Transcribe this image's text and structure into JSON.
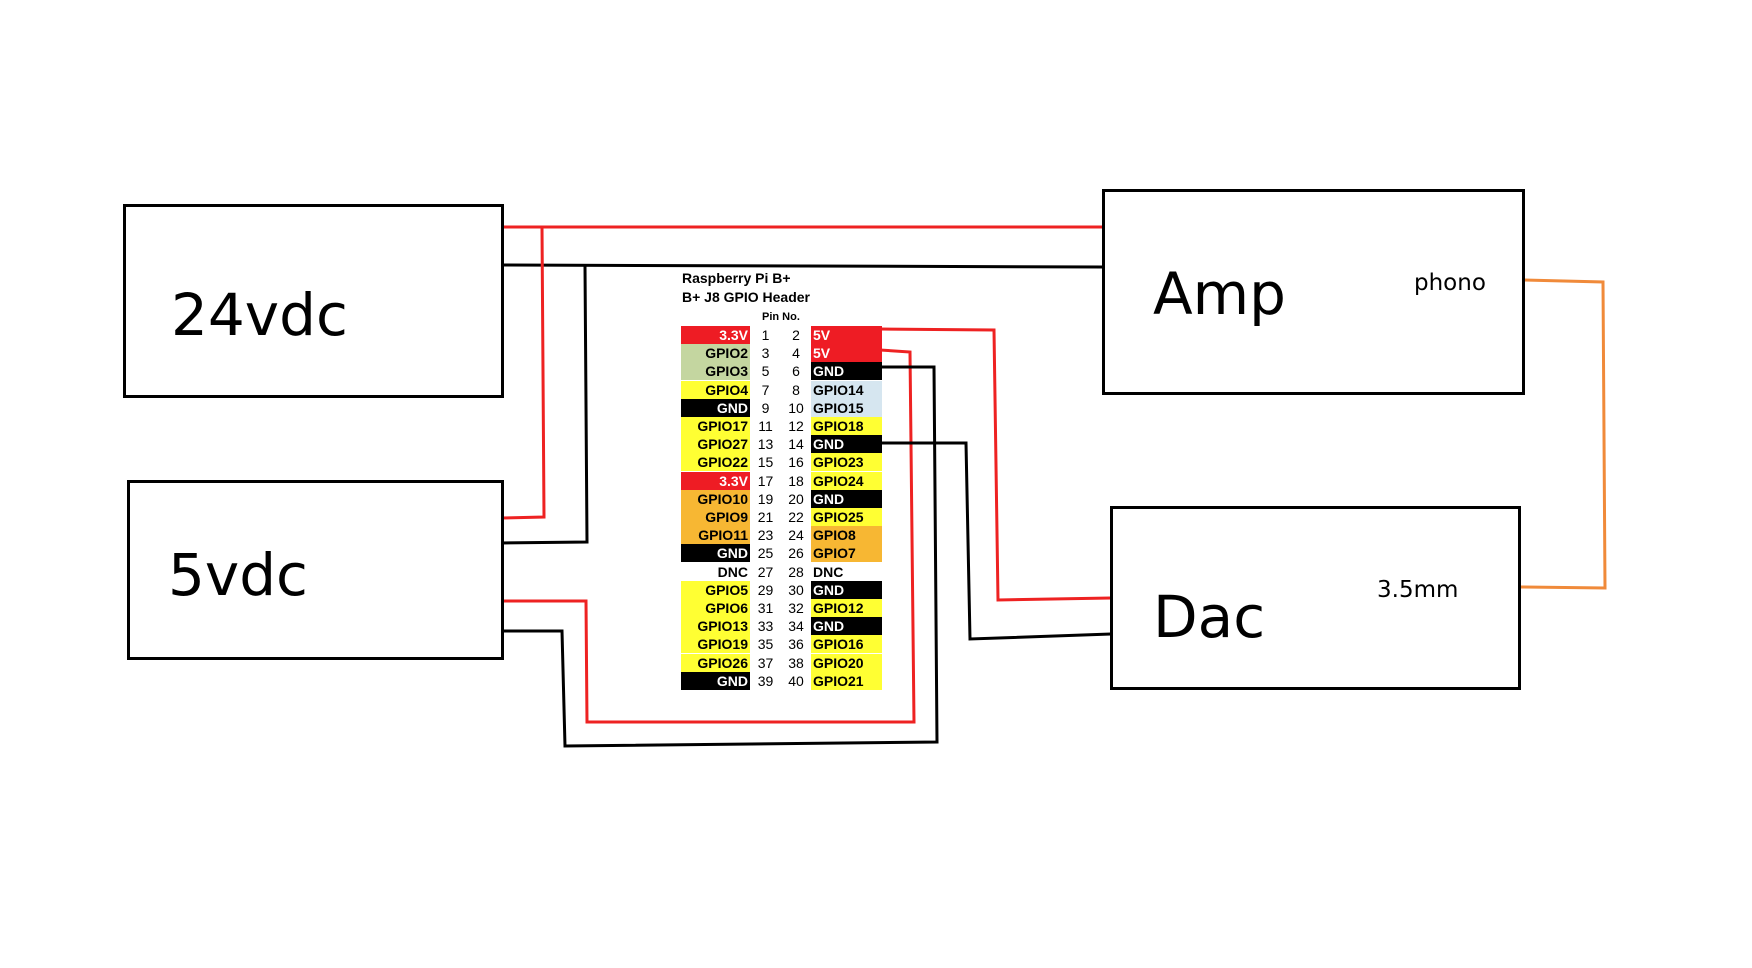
{
  "boxes": {
    "v24": "24vdc",
    "v5": "5vdc",
    "amp": "Amp",
    "amp_port": "phono",
    "dac": "Dac",
    "dac_port": "3.5mm"
  },
  "header": {
    "title_line1": "Raspberry Pi B+",
    "title_line2": "B+ J8 GPIO Header",
    "pin_heading": "Pin No."
  },
  "pins": [
    {
      "left": "3.3V",
      "left_type": "power3",
      "n1": "1",
      "n2": "2",
      "right": "5V",
      "right_type": "power5"
    },
    {
      "left": "GPIO2",
      "left_type": "i2c",
      "n1": "3",
      "n2": "4",
      "right": "5V",
      "right_type": "power5"
    },
    {
      "left": "GPIO3",
      "left_type": "i2c",
      "n1": "5",
      "n2": "6",
      "right": "GND",
      "right_type": "gnd"
    },
    {
      "left": "GPIO4",
      "left_type": "gpio",
      "n1": "7",
      "n2": "8",
      "right": "GPIO14",
      "right_type": "uart"
    },
    {
      "left": "GND",
      "left_type": "gnd",
      "n1": "9",
      "n2": "10",
      "right": "GPIO15",
      "right_type": "uart"
    },
    {
      "left": "GPIO17",
      "left_type": "gpio",
      "n1": "11",
      "n2": "12",
      "right": "GPIO18",
      "right_type": "gpio"
    },
    {
      "left": "GPIO27",
      "left_type": "gpio",
      "n1": "13",
      "n2": "14",
      "right": "GND",
      "right_type": "gnd"
    },
    {
      "left": "GPIO22",
      "left_type": "gpio",
      "n1": "15",
      "n2": "16",
      "right": "GPIO23",
      "right_type": "gpio"
    },
    {
      "left": "3.3V",
      "left_type": "power3",
      "n1": "17",
      "n2": "18",
      "right": "GPIO24",
      "right_type": "gpio"
    },
    {
      "left": "GPIO10",
      "left_type": "spi",
      "n1": "19",
      "n2": "20",
      "right": "GND",
      "right_type": "gnd"
    },
    {
      "left": "GPIO9",
      "left_type": "spi",
      "n1": "21",
      "n2": "22",
      "right": "GPIO25",
      "right_type": "gpio"
    },
    {
      "left": "GPIO11",
      "left_type": "spi",
      "n1": "23",
      "n2": "24",
      "right": "GPIO8",
      "right_type": "spi"
    },
    {
      "left": "GND",
      "left_type": "gnd",
      "n1": "25",
      "n2": "26",
      "right": "GPIO7",
      "right_type": "spi"
    },
    {
      "left": "DNC",
      "left_type": "dnc",
      "n1": "27",
      "n2": "28",
      "right": "DNC",
      "right_type": "dnc"
    },
    {
      "left": "GPIO5",
      "left_type": "gpio",
      "n1": "29",
      "n2": "30",
      "right": "GND",
      "right_type": "gnd"
    },
    {
      "left": "GPIO6",
      "left_type": "gpio",
      "n1": "31",
      "n2": "32",
      "right": "GPIO12",
      "right_type": "gpio"
    },
    {
      "left": "GPIO13",
      "left_type": "gpio",
      "n1": "33",
      "n2": "34",
      "right": "GND",
      "right_type": "gnd"
    },
    {
      "left": "GPIO19",
      "left_type": "gpio",
      "n1": "35",
      "n2": "36",
      "right": "GPIO16",
      "right_type": "gpio"
    },
    {
      "left": "GPIO26",
      "left_type": "gpio",
      "n1": "37",
      "n2": "38",
      "right": "GPIO20",
      "right_type": "gpio"
    },
    {
      "left": "GND",
      "left_type": "gnd",
      "n1": "39",
      "n2": "40",
      "right": "GPIO21",
      "right_type": "gpio"
    }
  ],
  "colors": {
    "wire_positive": "#ee2222",
    "wire_ground": "#000000",
    "wire_audio": "#f08a3a",
    "power3": "#ee1c24",
    "power5": "#ee1c24",
    "gnd": "#000000",
    "i2c": "#c4d6a0",
    "gpio": "#ffff33",
    "uart": "#d6e6f0",
    "spi": "#f7b733",
    "dnc": "#ffffff"
  }
}
